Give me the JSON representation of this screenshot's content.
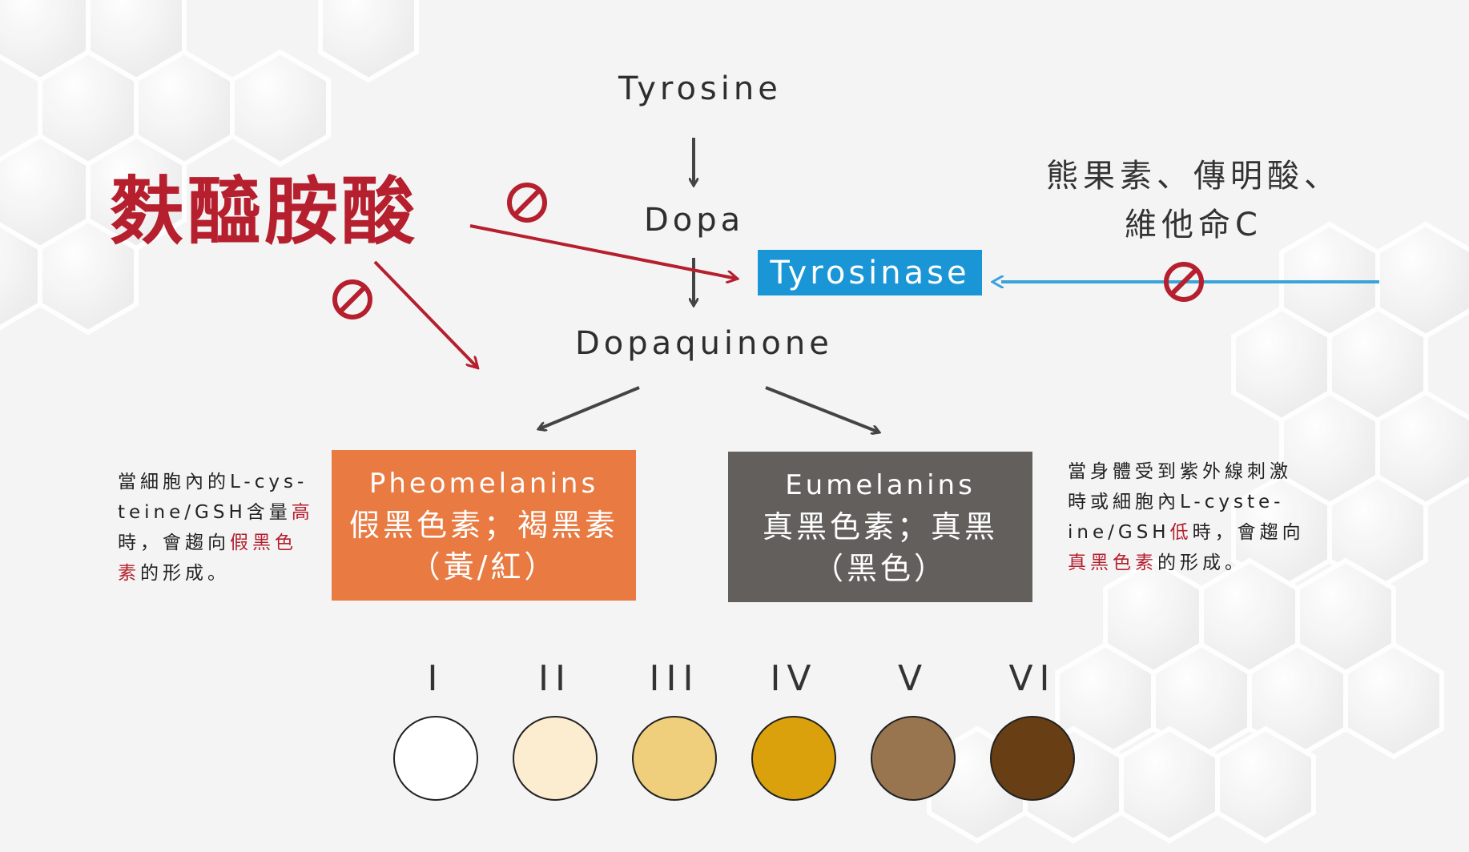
{
  "pathway": {
    "tyrosine": "Tyrosine",
    "dopa": "Dopa",
    "tyrosinase": "Tyrosinase",
    "dopaquinone": "Dopaquinone"
  },
  "inhibitors": {
    "kojic_acid": "麩醯胺酸",
    "right_line1": "熊果素、傳明酸、",
    "right_line2": "維他命C"
  },
  "pheomelanin": {
    "en": "Pheomelanins",
    "zh": "假黑色素；褐黑素",
    "color": "（黃/紅）",
    "box_color": "#e87a42"
  },
  "eumelanin": {
    "en": "Eumelanins",
    "zh": "真黑色素；真黑",
    "color": "（黑色）",
    "box_color": "#635f5c"
  },
  "left_note": {
    "line1": "當細胞內的L-cys-",
    "line2_a": "teine/GSH含量",
    "line2_b": "高",
    "line3_a": "時，會趨向",
    "line3_b": "假黑色",
    "line4_a": "素",
    "line4_b": "的形成。"
  },
  "right_note": {
    "line1": "當身體受到紫外線刺激",
    "line2": "時或細胞內L-cyste-",
    "line3_a": "ine/GSH",
    "line3_b": "低",
    "line3_c": "時，會趨向",
    "line4_a": "真黑色素",
    "line4_b": "的形成。"
  },
  "skin_types": [
    {
      "label": "I",
      "color": "#ffffff"
    },
    {
      "label": "II",
      "color": "#fcedd0"
    },
    {
      "label": "III",
      "color": "#efcf7c"
    },
    {
      "label": "IV",
      "color": "#dba10d"
    },
    {
      "label": "V",
      "color": "#99754f"
    },
    {
      "label": "VI",
      "color": "#683e14"
    }
  ],
  "colors": {
    "accent_red": "#b51f2e",
    "accent_blue": "#1a96d6",
    "arrow_gray": "#444444",
    "inhibit_line_blue": "#3aa3db"
  }
}
